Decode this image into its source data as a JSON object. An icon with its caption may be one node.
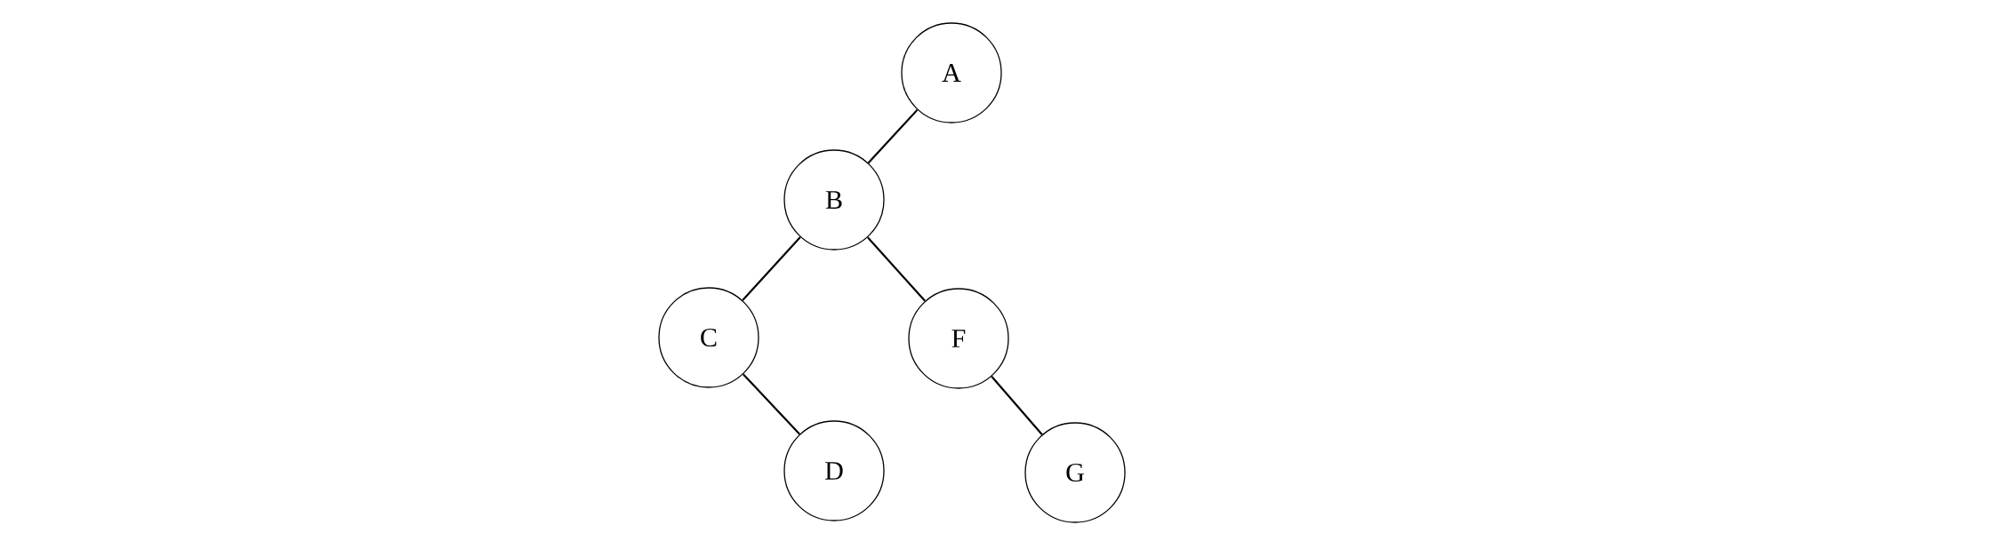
{
  "diagram": {
    "nodes": [
      {
        "text": [
          "A"
        ]
      },
      {
        "text": [
          "B"
        ]
      },
      {
        "text": [
          "C"
        ]
      },
      {
        "text": [
          "F"
        ]
      },
      {
        "text": [
          "D"
        ]
      },
      {
        "text": [
          "G"
        ]
      }
    ],
    "edges": [
      {
        "from": 0,
        "to": 1,
        "arrow": "none"
      },
      {
        "from": 1,
        "to": 2,
        "arrow": "none"
      },
      {
        "from": 1,
        "to": 3,
        "arrow": "none"
      },
      {
        "from": 2,
        "to": 4,
        "arrow": "none"
      },
      {
        "from": 3,
        "to": 5,
        "arrow": "none"
      }
    ]
  }
}
